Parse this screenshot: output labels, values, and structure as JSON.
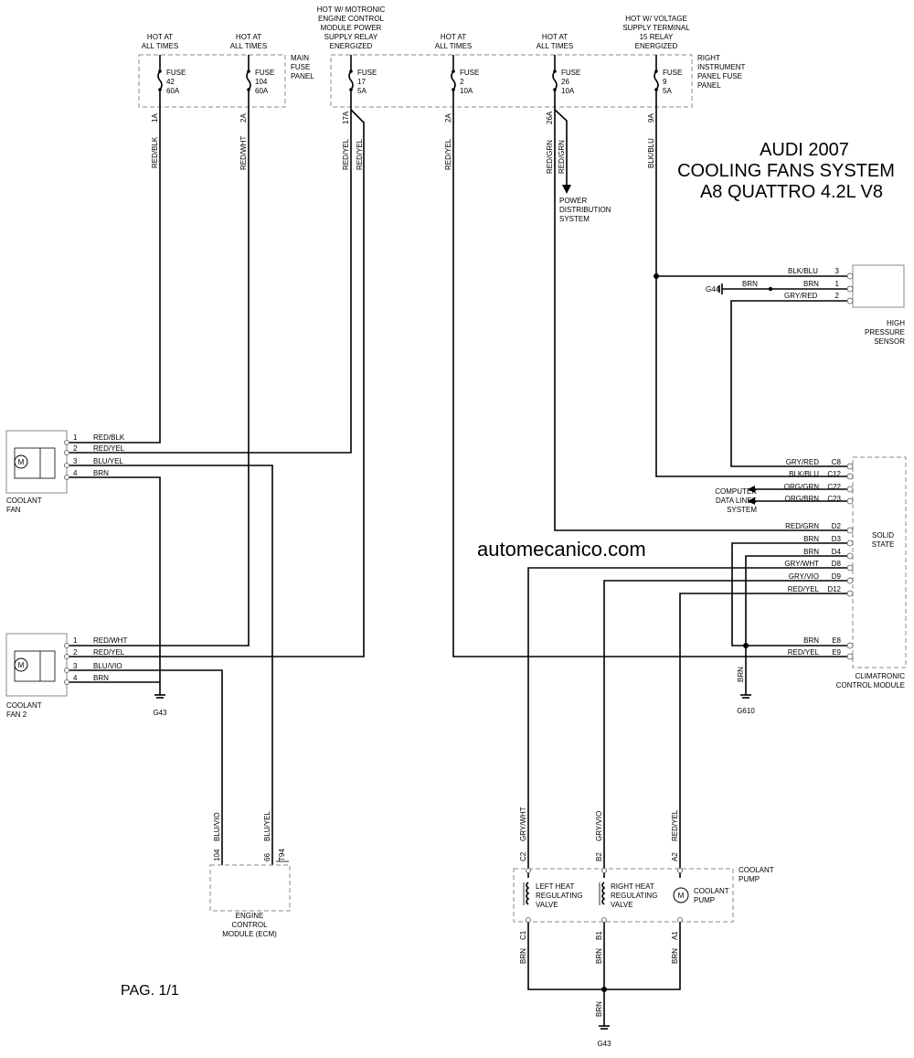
{
  "title": {
    "line1": "AUDI 2007",
    "line2": "COOLING FANS SYSTEM",
    "line3": "A8 QUATTRO 4.2L V8"
  },
  "watermark": "automecanico.com",
  "page": "PAG. 1/1",
  "fuse_headers": {
    "f42": [
      "HOT AT",
      "ALL TIMES"
    ],
    "f104": [
      "HOT AT",
      "ALL TIMES"
    ],
    "f17": [
      "HOT W/ MOTRONIC",
      "ENGINE CONTROL",
      "MODULE POWER",
      "SUPPLY RELAY",
      "ENERGIZED"
    ],
    "f2": [
      "HOT AT",
      "ALL TIMES"
    ],
    "f26": [
      "HOT AT",
      "ALL TIMES"
    ],
    "f9": [
      "HOT W/ VOLTAGE",
      "SUPPLY TERMINAL",
      "15 RELAY",
      "ENERGIZED"
    ]
  },
  "panels": {
    "main": [
      "MAIN",
      "FUSE",
      "PANEL"
    ],
    "right": [
      "RIGHT",
      "INSTRUMENT",
      "PANEL FUSE",
      "PANEL"
    ]
  },
  "fuses": {
    "f42": {
      "label": "FUSE",
      "num": "42",
      "amp": "60A",
      "term": "1A",
      "wire": "RED/BLK"
    },
    "f104": {
      "label": "FUSE",
      "num": "104",
      "amp": "60A",
      "term": "2A",
      "wire": "RED/WHT"
    },
    "f17": {
      "label": "FUSE",
      "num": "17",
      "amp": "5A",
      "term": "17A",
      "wire": "RED/YEL",
      "wire2": "RED/YEL"
    },
    "f2": {
      "label": "FUSE",
      "num": "2",
      "amp": "10A",
      "term": "2A",
      "wire": "RED/YEL"
    },
    "f26": {
      "label": "FUSE",
      "num": "26",
      "amp": "10A",
      "term": "26A",
      "wire": "RED/GRN",
      "wire2": "RED/GRN"
    },
    "f9": {
      "label": "FUSE",
      "num": "9",
      "amp": "5A",
      "term": "9A",
      "wire": "BLK/BLU"
    }
  },
  "power_distribution": [
    "POWER",
    "DISTRIBUTION",
    "SYSTEM"
  ],
  "sensor": {
    "name": [
      "HIGH",
      "PRESSURE",
      "SENSOR"
    ],
    "pins": [
      {
        "wire": "BLK/BLU",
        "pin": "3"
      },
      {
        "wire": "BRN",
        "pin": "1"
      },
      {
        "wire": "GRY/RED",
        "pin": "2"
      }
    ],
    "ground": "G44",
    "ground_wire": "BRN"
  },
  "climatronic": {
    "name": [
      "CLIMATRONIC",
      "CONTROL MODULE"
    ],
    "state": [
      "SOLID",
      "STATE"
    ],
    "pins": [
      {
        "wire": "GRY/RED",
        "pin": "C8"
      },
      {
        "wire": "BLK/BLU",
        "pin": "C12"
      },
      {
        "wire": "ORG/GRN",
        "pin": "C22"
      },
      {
        "wire": "ORG/BRN",
        "pin": "C23"
      },
      {
        "wire": "RED/GRN",
        "pin": "D2"
      },
      {
        "wire": "BRN",
        "pin": "D3"
      },
      {
        "wire": "BRN",
        "pin": "D4"
      },
      {
        "wire": "GRY/WHT",
        "pin": "D8"
      },
      {
        "wire": "GRY/VIO",
        "pin": "D9"
      },
      {
        "wire": "RED/YEL",
        "pin": "D12"
      },
      {
        "wire": "BRN",
        "pin": "E8"
      },
      {
        "wire": "RED/YEL",
        "pin": "E9"
      }
    ],
    "data_lines": [
      "COMPUTER",
      "DATA LINES",
      "SYSTEM"
    ],
    "ground_wire": "BRN",
    "ground": "G610"
  },
  "fan1": {
    "name": [
      "COOLANT",
      "FAN"
    ],
    "pins": [
      {
        "num": "1",
        "wire": "RED/BLK"
      },
      {
        "num": "2",
        "wire": "RED/YEL"
      },
      {
        "num": "3",
        "wire": "BLU/YEL"
      },
      {
        "num": "4",
        "wire": "BRN"
      }
    ]
  },
  "fan2": {
    "name": [
      "COOLANT",
      "FAN 2"
    ],
    "pins": [
      {
        "num": "1",
        "wire": "RED/WHT"
      },
      {
        "num": "2",
        "wire": "RED/YEL"
      },
      {
        "num": "3",
        "wire": "BLU/VIO"
      },
      {
        "num": "4",
        "wire": "BRN"
      }
    ],
    "ground": "G43"
  },
  "ecm": {
    "name": [
      "ENGINE",
      "CONTROL",
      "MODULE (ECM)"
    ],
    "wire1": "BLU/VIO",
    "pin1": "104",
    "wire2": "BLU/YEL",
    "pin2": "66",
    "connector": "T94"
  },
  "pump": {
    "name": [
      "COOLANT",
      "PUMP"
    ],
    "left": [
      "LEFT HEAT",
      "REGULATING",
      "VALVE"
    ],
    "right": [
      "RIGHT HEAT",
      "REGULATING",
      "VALVE"
    ],
    "motor": [
      "COOLANT",
      "PUMP"
    ],
    "top": [
      {
        "wire": "GRY/WHT",
        "pin": "C2"
      },
      {
        "wire": "GRY/VIO",
        "pin": "B2"
      },
      {
        "wire": "RED/YEL",
        "pin": "A2"
      }
    ],
    "bottom": [
      {
        "pin": "C1",
        "wire": "BRN"
      },
      {
        "pin": "B1",
        "wire": "BRN"
      },
      {
        "pin": "A1",
        "wire": "BRN"
      }
    ],
    "ground_wire": "BRN",
    "ground": "G43"
  },
  "colors": {
    "wire": "#000000",
    "dashed_box": "#888888",
    "background": "#ffffff"
  }
}
